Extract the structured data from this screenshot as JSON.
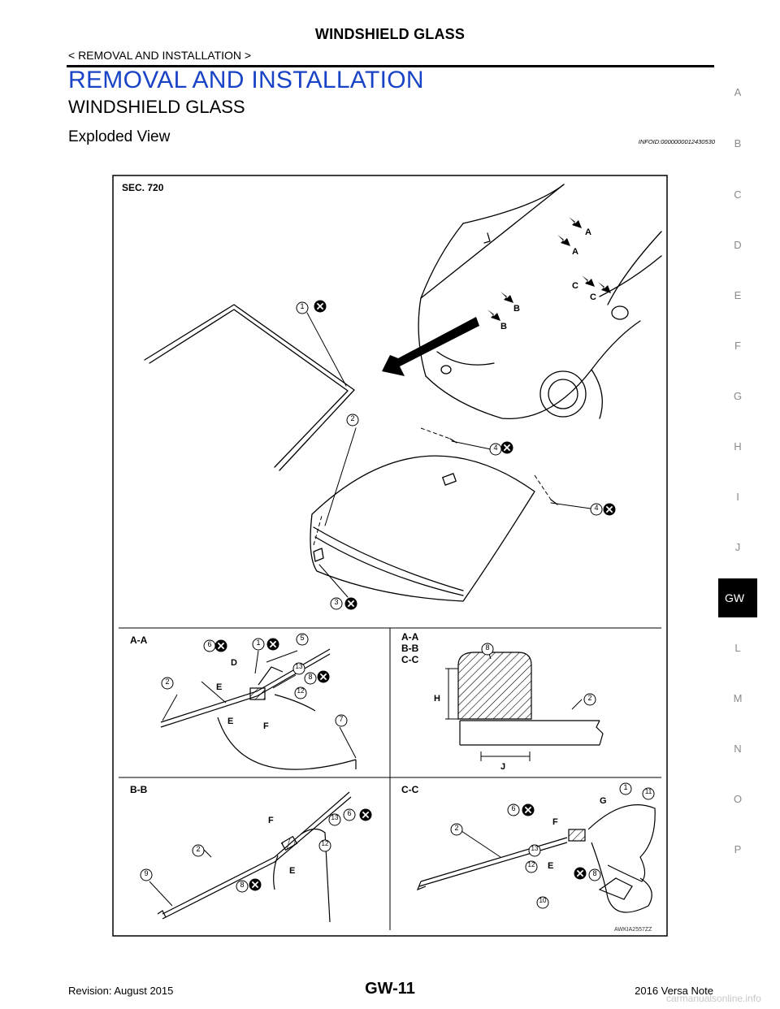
{
  "header": {
    "title": "WINDSHIELD GLASS",
    "section_path": "< REMOVAL AND INSTALLATION >"
  },
  "content": {
    "heading": "REMOVAL AND INSTALLATION",
    "subheading": "WINDSHIELD GLASS",
    "topic": "Exploded View",
    "info_id": "INFOID:0000000012430530"
  },
  "side_index": {
    "letters": [
      "A",
      "B",
      "C",
      "D",
      "E",
      "F",
      "G",
      "H",
      "I",
      "J",
      "L",
      "M",
      "N",
      "O",
      "P"
    ],
    "active_tab": "GW"
  },
  "figure": {
    "section": "SEC. 720",
    "code": "AWKIA2557ZZ",
    "panels": {
      "aa": "A-A",
      "aa_bb_cc": [
        "A-A",
        "B-B",
        "C-C"
      ],
      "bb": "B-B",
      "cc": "C-C"
    },
    "section_letters": [
      "A",
      "A",
      "B",
      "B",
      "C",
      "C"
    ],
    "dimension_letters": [
      "D",
      "E",
      "F",
      "G",
      "H",
      "J"
    ],
    "callouts": [
      "1",
      "2",
      "3",
      "4",
      "5",
      "6",
      "7",
      "8",
      "9",
      "10",
      "11",
      "12",
      "13"
    ]
  },
  "footer": {
    "page": "GW-11",
    "revision": "Revision: August 2015",
    "model": "2016 Versa Note",
    "watermark": "carmanualsonline.info"
  }
}
